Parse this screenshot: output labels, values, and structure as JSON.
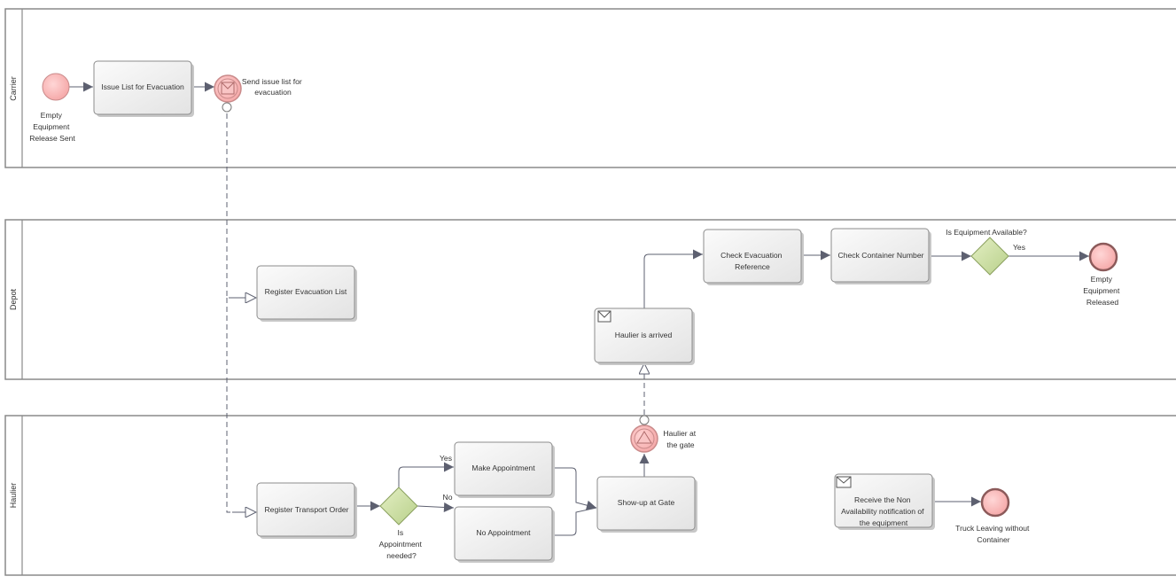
{
  "lanes": [
    {
      "id": "carrier",
      "label": "Carrier"
    },
    {
      "id": "depot",
      "label": "Depot"
    },
    {
      "id": "haulier",
      "label": "Haulier"
    }
  ],
  "carrier": {
    "start_event_label": [
      "Empty",
      "Equipment",
      "Release Sent"
    ],
    "issue_task": [
      "Issue List for Evacuation"
    ],
    "send_event_label": [
      "Send issue list for",
      "evacuation"
    ]
  },
  "depot": {
    "register_task": [
      "Register Evacuation List"
    ],
    "haulier_arrived_task": [
      "Haulier is arrived"
    ],
    "check_ref_task": [
      "Check Evacuation",
      "Reference"
    ],
    "check_container_task": [
      "Check Container Number"
    ],
    "gateway_label": [
      "Is Equipment Available?"
    ],
    "yes_label": "Yes",
    "end_event_label": [
      "Empty",
      "Equipment",
      "Released"
    ]
  },
  "haulier": {
    "register_task": [
      "Register Transport Order"
    ],
    "gateway_label": [
      "Is",
      "Appointment",
      "needed?"
    ],
    "yes_label": "Yes",
    "no_label": "No",
    "make_task": [
      "Make Appointment"
    ],
    "no_task": [
      "No Appointment"
    ],
    "showup_task": [
      "Show-up at Gate"
    ],
    "gate_event_label": [
      "Haulier at",
      "the gate"
    ],
    "receive_task": [
      "Receive the Non",
      "Availability notification of",
      "the equipment"
    ],
    "end_event_label": [
      "Truck Leaving without",
      "Container"
    ]
  }
}
